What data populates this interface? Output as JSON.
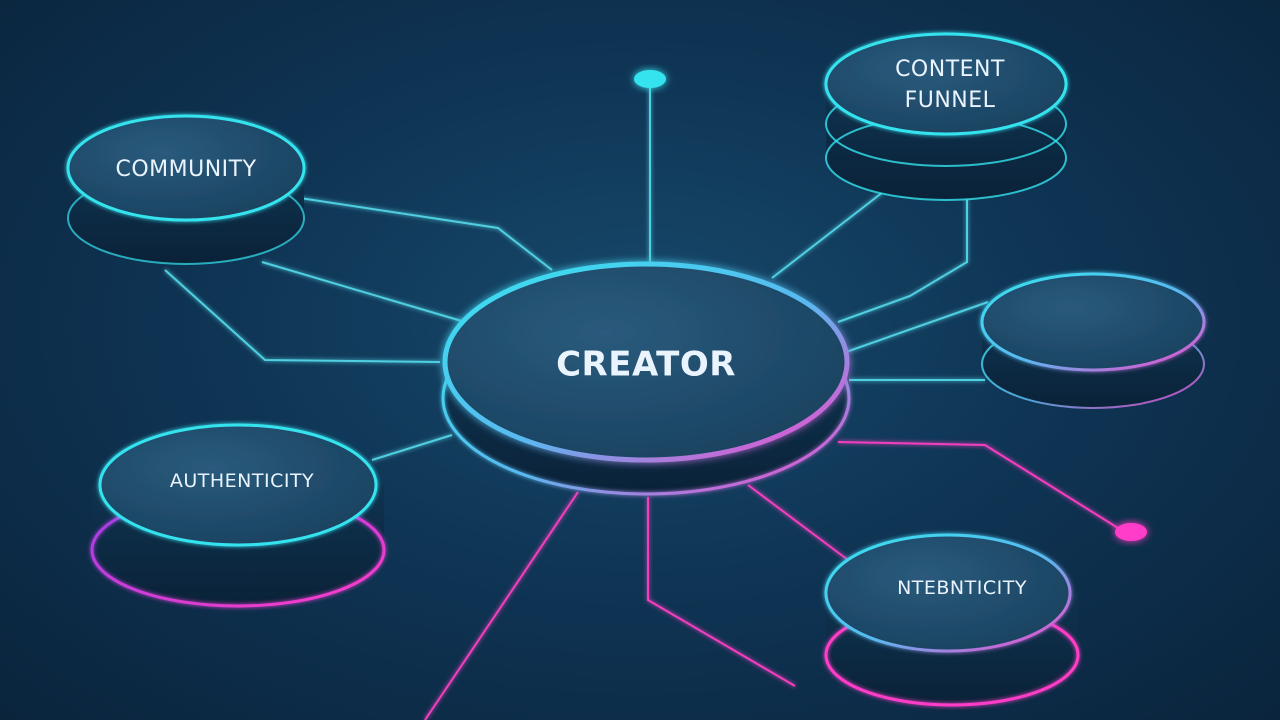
{
  "hub": {
    "label": "CREATOR"
  },
  "nodes": {
    "community": {
      "label": "COMMUNITY"
    },
    "content_funnel": {
      "label_line1": "CONTENT",
      "label_line2": "FUNNEL"
    },
    "blank": {
      "label": ""
    },
    "authenticity_left": {
      "label": "AUTHENTICITY"
    },
    "authenticity_right": {
      "label": "NTEBNTICITY"
    }
  },
  "colors": {
    "background": "#0f3555",
    "cyan_glow": "#35e3ef",
    "magenta_glow": "#ff3ec8",
    "disc_top": "#1c4a68",
    "disc_side": "#0e2d45",
    "cyan_line": "#4fcfe0",
    "magenta_line": "#f03fbe"
  }
}
